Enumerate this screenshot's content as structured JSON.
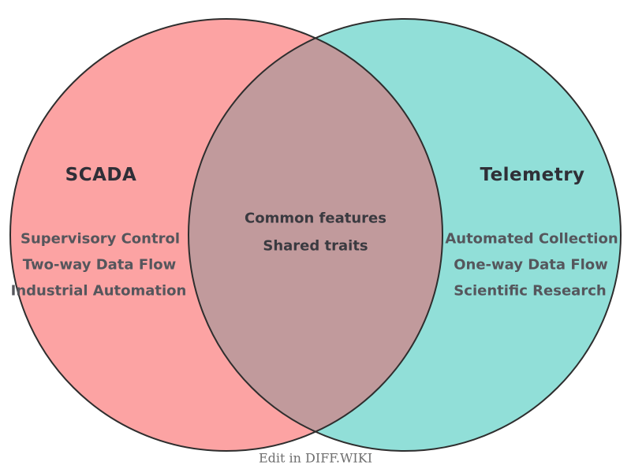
{
  "diagram": {
    "type": "venn",
    "left": {
      "title": "SCADA",
      "items": [
        "Supervisory Control",
        "Two-way Data Flow",
        "Industrial Automation"
      ],
      "color": "#FCA3A3"
    },
    "right": {
      "title": "Telemetry",
      "items": [
        "Automated Collection",
        "One-way Data Flow",
        "Scientific Research"
      ],
      "color": "#91DFD8"
    },
    "overlap": {
      "lines": [
        "Common features",
        "Shared traits"
      ],
      "color": "#C19A9C"
    },
    "outline_color": "#2e2e2e"
  },
  "footer": {
    "caption": "Edit in DIFF.WIKI"
  }
}
